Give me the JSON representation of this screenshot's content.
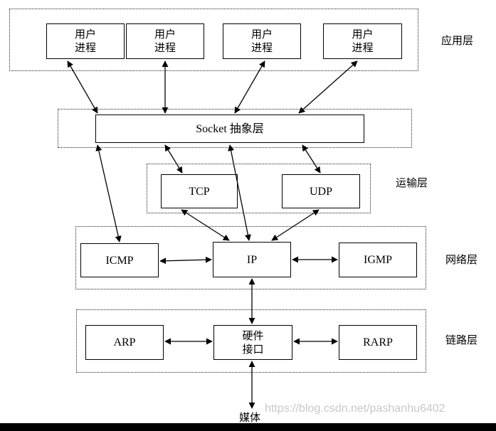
{
  "layers": {
    "application": "应用层",
    "transport": "运输层",
    "network": "网络层",
    "link": "链路层"
  },
  "boxes": {
    "user_process": "用户\n进程",
    "socket": "Socket 抽象层",
    "tcp": "TCP",
    "udp": "UDP",
    "icmp": "ICMP",
    "ip": "IP",
    "igmp": "IGMP",
    "arp": "ARP",
    "hardware": "硬件\n接口",
    "rarp": "RARP"
  },
  "media_label": "媒体",
  "watermark": "https://blog.csdn.net/pashanhu6402"
}
